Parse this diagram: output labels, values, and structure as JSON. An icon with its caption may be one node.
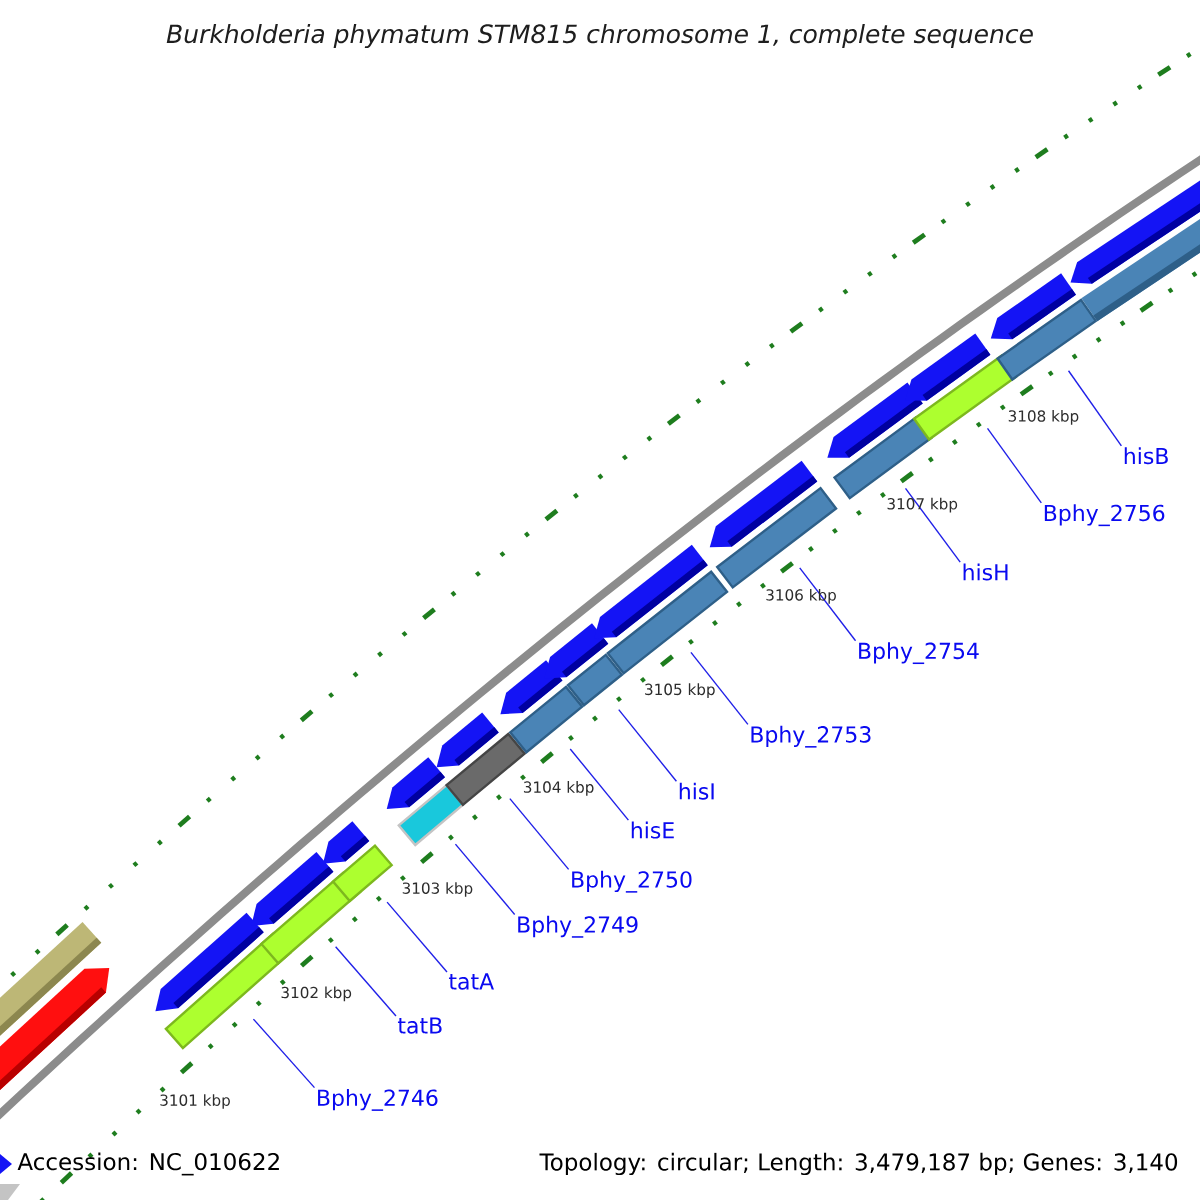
{
  "diagram": {
    "title": "Burkholderia phymatum STM815 chromosome 1, complete sequence",
    "nodes": [
      {
        "text": [],
        "shape": "bar"
      },
      {
        "text": [],
        "shape": "bar"
      },
      {
        "text": [],
        "shape": "bar"
      },
      {
        "text": [],
        "shape": "bar"
      },
      {
        "text": [],
        "shape": "bar"
      },
      {
        "text": [],
        "shape": "bar"
      },
      {
        "text": [],
        "shape": "bar"
      },
      {
        "text": [],
        "shape": "bar"
      },
      {
        "text": [],
        "shape": "bar"
      },
      {
        "text": [],
        "shape": "bar"
      },
      {
        "text": [],
        "shape": "bar"
      },
      {
        "text": [],
        "shape": "bar"
      },
      {
        "text": [
          "Bphy_2746"
        ]
      },
      {
        "text": [
          "tatB"
        ]
      },
      {
        "text": [
          "tatA"
        ]
      },
      {
        "text": [
          "Bphy_2749"
        ]
      },
      {
        "text": [
          "Bphy_2750"
        ]
      },
      {
        "text": [
          "hisE"
        ]
      },
      {
        "text": [
          "hisI"
        ]
      },
      {
        "text": [
          "Bphy_2753"
        ]
      },
      {
        "text": [
          "Bphy_2754"
        ]
      },
      {
        "text": [
          "hisH"
        ]
      },
      {
        "text": [
          "Bphy_2756"
        ]
      },
      {
        "text": [
          "hisB"
        ]
      }
    ],
    "edges": [
      {
        "from": 12,
        "to": 0,
        "arrow": "none"
      },
      {
        "from": 13,
        "to": 1,
        "arrow": "none"
      },
      {
        "from": 14,
        "to": 2,
        "arrow": "none"
      },
      {
        "from": 15,
        "to": 3,
        "arrow": "none"
      },
      {
        "from": 16,
        "to": 4,
        "arrow": "none"
      },
      {
        "from": 17,
        "to": 5,
        "arrow": "none"
      },
      {
        "from": 18,
        "to": 6,
        "arrow": "none"
      },
      {
        "from": 19,
        "to": 7,
        "arrow": "none"
      },
      {
        "from": 20,
        "to": 8,
        "arrow": "none"
      },
      {
        "from": 21,
        "to": 9,
        "arrow": "none"
      },
      {
        "from": 22,
        "to": 10,
        "arrow": "none"
      },
      {
        "from": 23,
        "to": 11,
        "arrow": "none"
      }
    ],
    "labels": [
      "3101 kbp",
      "3102 kbp",
      "3103 kbp",
      "3104 kbp",
      "3105 kbp",
      "3106 kbp",
      "3107 kbp",
      "3108 kbp",
      "Accession: NC_010622",
      "Topology: circular; Length: 3,479,187 bp; Genes: 3,140"
    ]
  }
}
